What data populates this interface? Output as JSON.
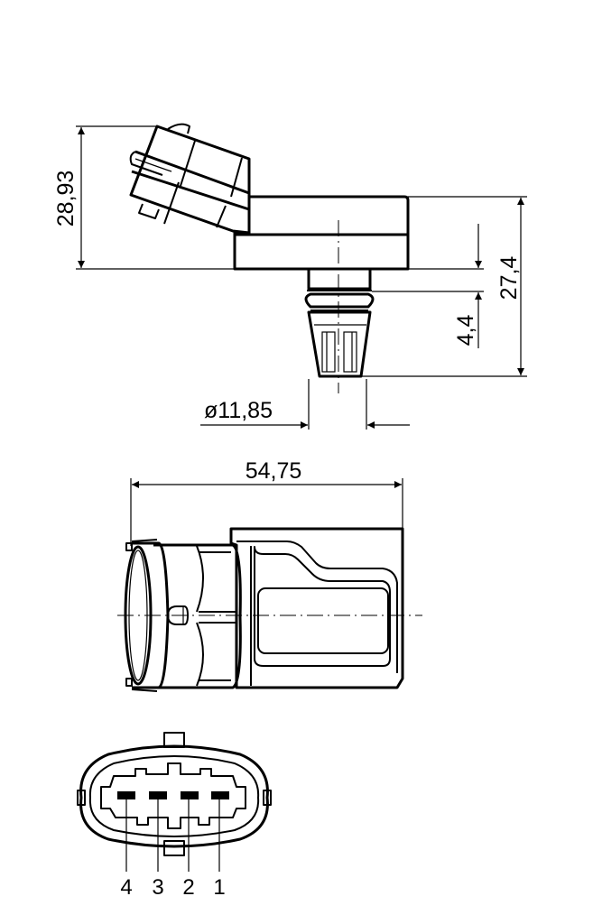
{
  "drawing": {
    "views": [
      "top-view",
      "side-view",
      "connector-face-view"
    ],
    "dimensions": {
      "height_total": "28,93",
      "body_height": "27,4",
      "seal_offset": "4,4",
      "nozzle_diameter": "ø11,85",
      "overall_length": "54,75"
    },
    "connector": {
      "pins": [
        {
          "label": "4"
        },
        {
          "label": "3"
        },
        {
          "label": "2"
        },
        {
          "label": "1"
        }
      ]
    }
  }
}
